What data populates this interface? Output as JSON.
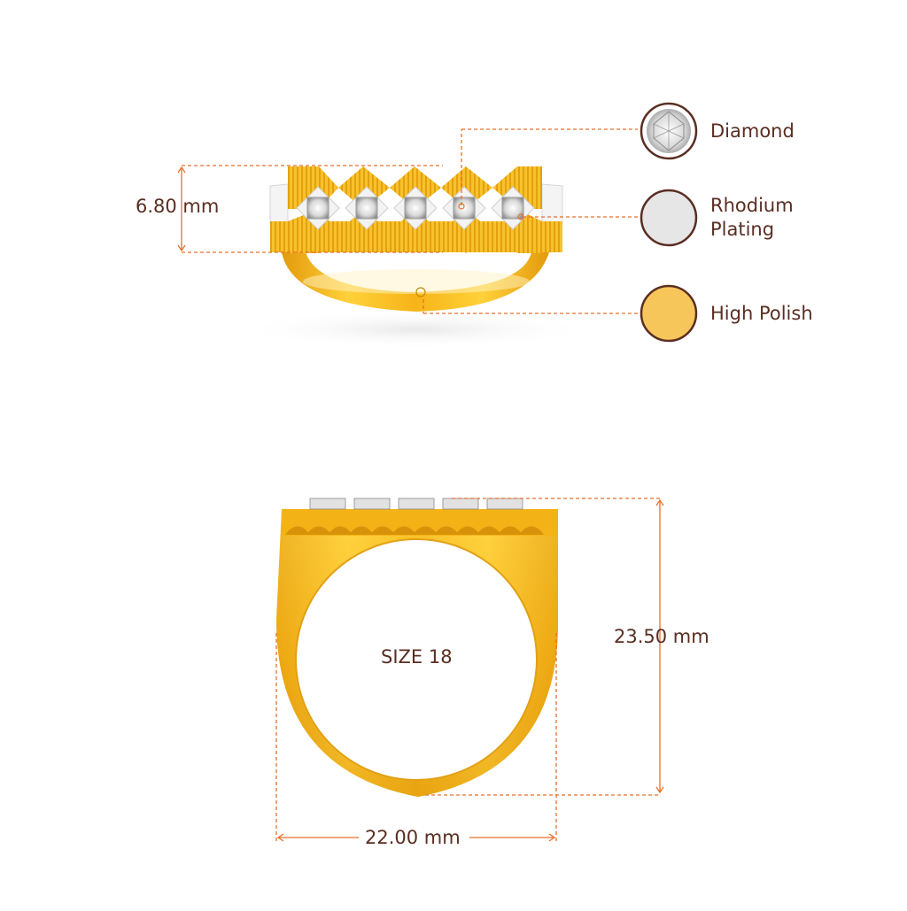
{
  "dimensions": {
    "band_height": "6.80 mm",
    "ring_height": "23.50 mm",
    "ring_width": "22.00 mm",
    "ring_size": "SIZE 18"
  },
  "legend": [
    {
      "label": "Diamond",
      "swatch": "diamond-icon",
      "color": "#f2f2f2"
    },
    {
      "label": "Rhodium\nPlating",
      "swatch": "rhodium-swatch",
      "color": "#e6e6e6"
    },
    {
      "label": "High Polish",
      "swatch": "gold-swatch",
      "color": "#f7c65a"
    }
  ],
  "colors": {
    "dimension_line": "#e8702a",
    "text": "#5a2e22",
    "gold": "#f5b71c",
    "gold_dark": "#d8920a",
    "swatch_border": "#5a2e22"
  }
}
